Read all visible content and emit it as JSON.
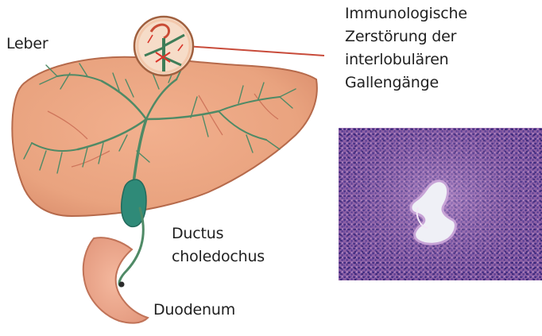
{
  "labels": {
    "liver": "Leber",
    "immuno": [
      "Immunologische",
      "Zerstörung der",
      "interlobulären",
      "Gallengänge"
    ],
    "ductus": [
      "Ductus",
      "choledochus"
    ],
    "duodenum": "Duodenum"
  },
  "colors": {
    "liver_fill": "#e9a37f",
    "liver_outline": "#b66a4b",
    "bile_duct": "#4f8a66",
    "gallbladder": "#2f8a78",
    "duodenum_fill": "#eea58a",
    "inflammation": "#d9342a",
    "histology_stroma": "#8b5fa4",
    "histology_nuclei": "#3c2a82",
    "lumen": "#eff0f6"
  },
  "icons": {
    "magnifier": "magnified-bile-duct-icon",
    "pointer": "pointer-line-icon"
  }
}
